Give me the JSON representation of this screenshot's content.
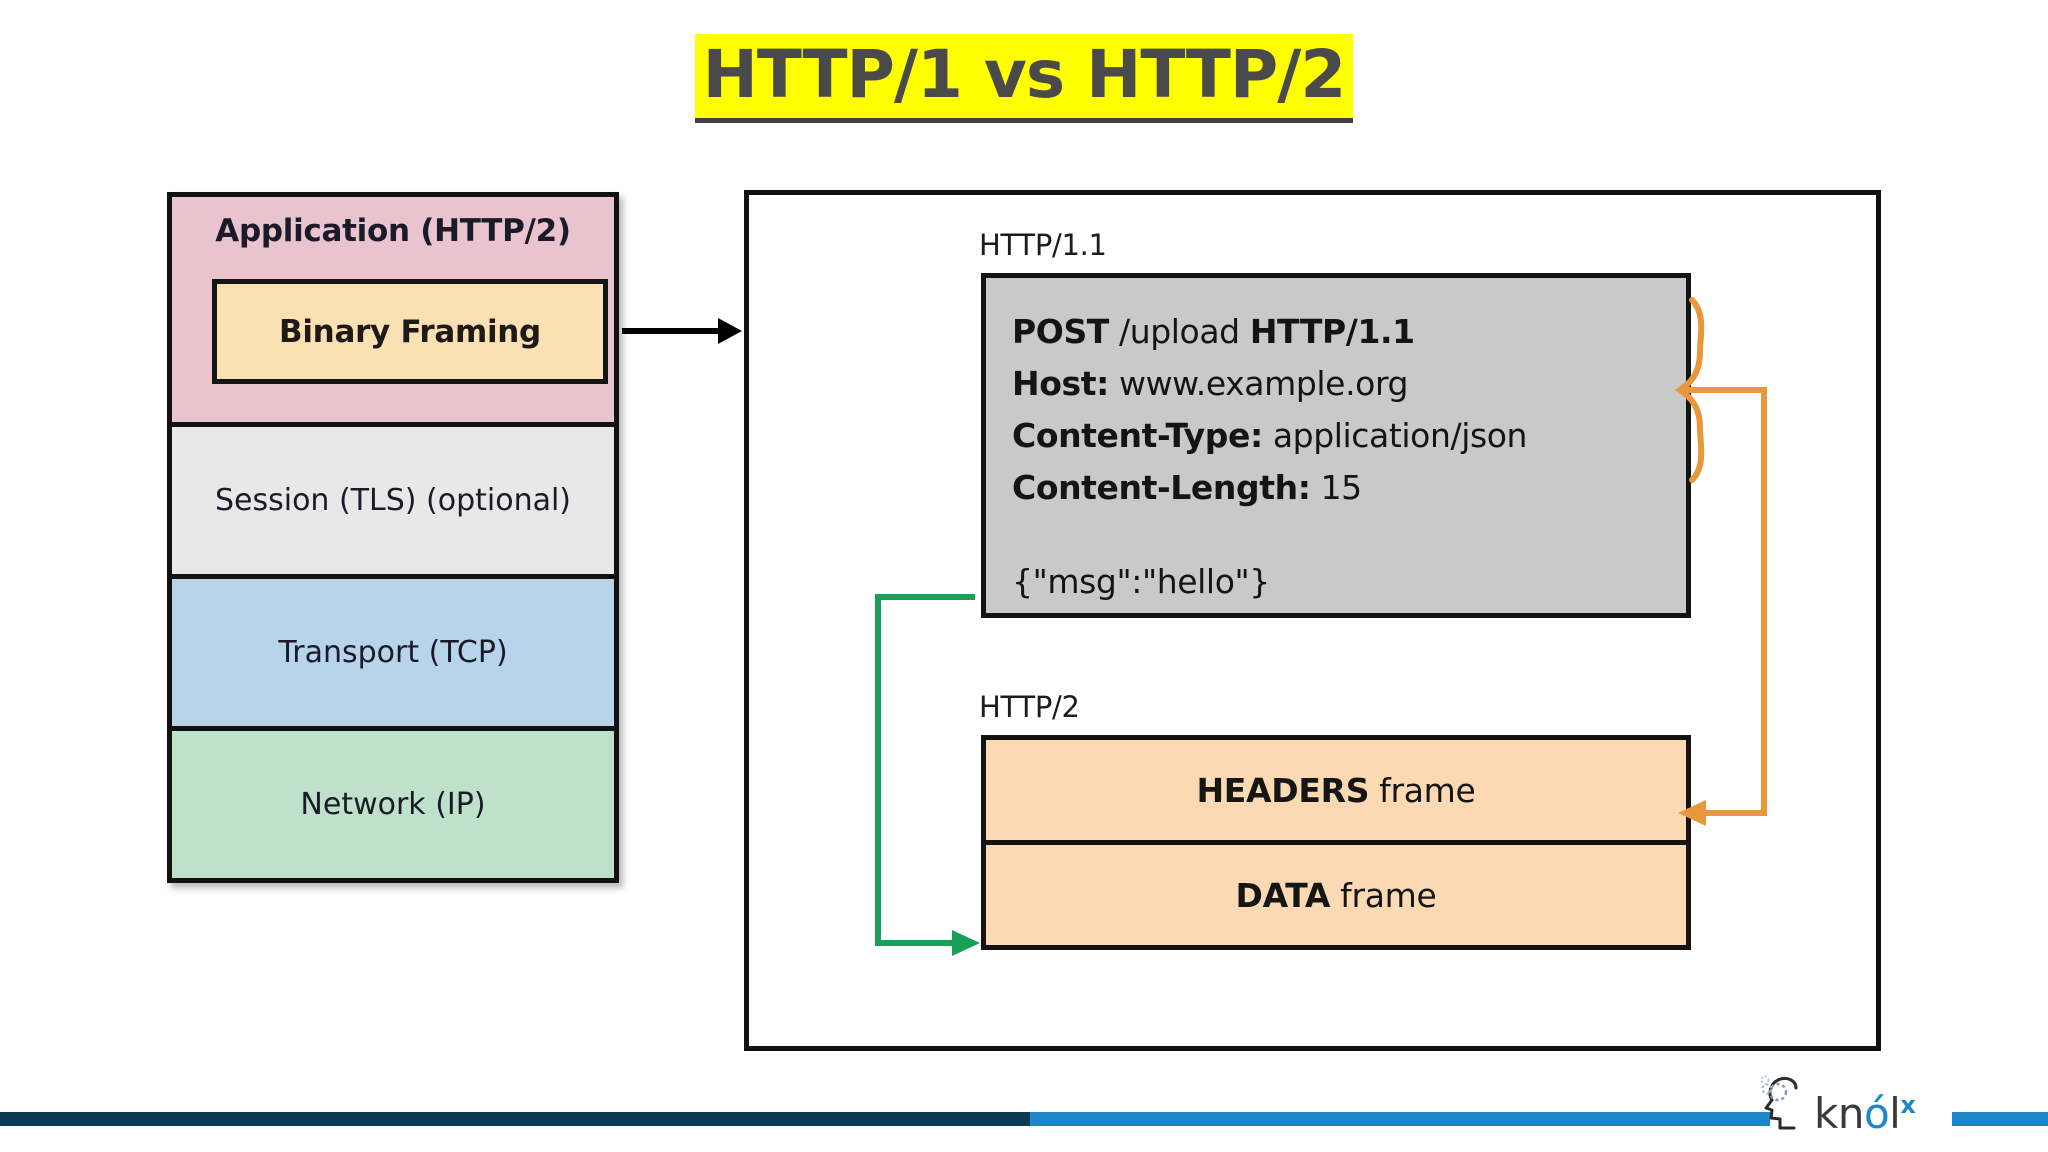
{
  "title": "HTTP/1 vs HTTP/2",
  "stack": {
    "layers": [
      {
        "label": "Application (HTTP/2)",
        "color": "#e9c3cd"
      },
      {
        "label": "Session (TLS) (optional)",
        "color": "#e8e8e8"
      },
      {
        "label": "Transport (TCP)",
        "color": "#b7d4ea"
      },
      {
        "label": "Network (IP)",
        "color": "#bfe1c9"
      }
    ],
    "inner_box_label": "Binary Framing",
    "inner_box_color": "#fbe0b4"
  },
  "panel": {
    "http1": {
      "caption": "HTTP/1.1",
      "request_lines": [
        {
          "bold": "POST",
          "normal": " /upload ",
          "bold2": "HTTP/1.1"
        },
        {
          "bold": "Host:",
          "normal": " www.example.org"
        },
        {
          "bold": "Content-Type:",
          "normal": " application/json"
        },
        {
          "bold": "Content-Length:",
          "normal": " 15"
        }
      ],
      "body": "{\"msg\":\"hello\"}",
      "box_color": "#c9c9c9"
    },
    "http2": {
      "caption": "HTTP/2",
      "frames": [
        {
          "bold": "HEADERS",
          "normal": "frame"
        },
        {
          "bold": "DATA",
          "normal": "frame"
        }
      ],
      "frame_color": "#fbd9b2"
    },
    "connectors": {
      "headers_brace_color": "#e8973a",
      "body_arrow_color": "#16a05a",
      "stack_arrow_color": "#000000"
    }
  },
  "footer": {
    "logo_text_part1": "kn",
    "logo_text_accent": "ó",
    "logo_text_part2": "l",
    "logo_superscript": "x",
    "rule_dark_color": "#0c3a52",
    "rule_blue_color": "#1b87c9"
  }
}
